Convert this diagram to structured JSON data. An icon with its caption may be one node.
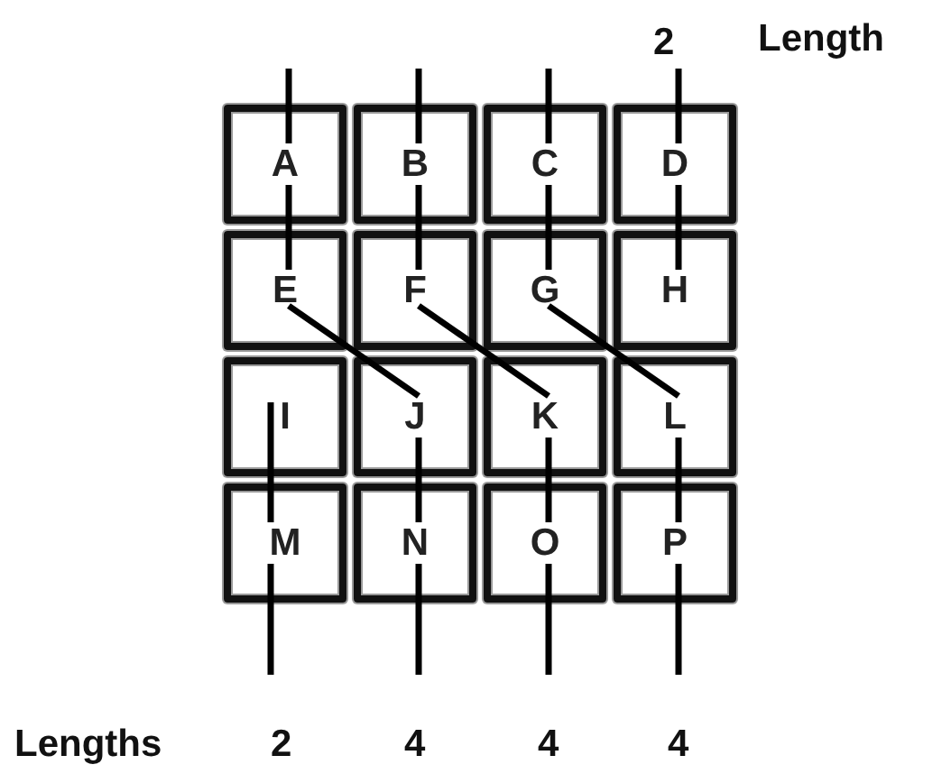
{
  "diagram": {
    "nodes": [
      {
        "text": [
          "A"
        ]
      },
      {
        "text": [
          "B"
        ]
      },
      {
        "text": [
          "C"
        ]
      },
      {
        "text": [
          "D"
        ]
      },
      {
        "text": [
          "E"
        ]
      },
      {
        "text": [
          "F"
        ]
      },
      {
        "text": [
          "G"
        ]
      },
      {
        "text": [
          "H"
        ]
      },
      {
        "text": [
          "I"
        ]
      },
      {
        "text": [
          "J"
        ]
      },
      {
        "text": [
          "K"
        ]
      },
      {
        "text": [
          "L"
        ]
      },
      {
        "text": [
          "M"
        ]
      },
      {
        "text": [
          "N"
        ]
      },
      {
        "text": [
          "O"
        ]
      },
      {
        "text": [
          "P"
        ]
      }
    ],
    "edges": [
      {
        "from": null,
        "to": 0,
        "arrow": "none"
      },
      {
        "from": 0,
        "to": 4,
        "arrow": "none"
      },
      {
        "from": 4,
        "to": 9,
        "arrow": "none"
      },
      {
        "from": 9,
        "to": 13,
        "arrow": "none"
      },
      {
        "from": 13,
        "to": null,
        "arrow": "none"
      },
      {
        "from": null,
        "to": 1,
        "arrow": "none"
      },
      {
        "from": 1,
        "to": 5,
        "arrow": "none"
      },
      {
        "from": 5,
        "to": 10,
        "arrow": "none"
      },
      {
        "from": 10,
        "to": 14,
        "arrow": "none"
      },
      {
        "from": 14,
        "to": null,
        "arrow": "none"
      },
      {
        "from": null,
        "to": 2,
        "arrow": "none"
      },
      {
        "from": 2,
        "to": 6,
        "arrow": "none"
      },
      {
        "from": 6,
        "to": 11,
        "arrow": "none"
      },
      {
        "from": 11,
        "to": 15,
        "arrow": "none"
      },
      {
        "from": 15,
        "to": null,
        "arrow": "none"
      },
      {
        "from": null,
        "to": 3,
        "arrow": "none"
      },
      {
        "from": 3,
        "to": 7,
        "arrow": "none"
      },
      {
        "from": 8,
        "to": 12,
        "arrow": "none"
      },
      {
        "from": 12,
        "to": null,
        "arrow": "none"
      }
    ],
    "labels": [
      "2",
      "Length",
      "Lengths",
      "2",
      "4",
      "4",
      "4"
    ]
  }
}
